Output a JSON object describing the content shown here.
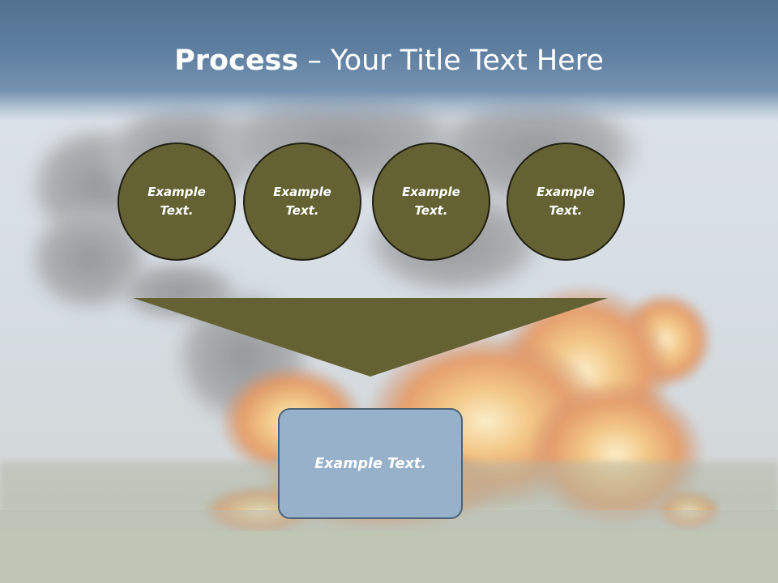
{
  "slide": {
    "title_bold": "Process",
    "title_rest": " – Your Title Text Here",
    "circles": [
      {
        "label": "Example\nText."
      },
      {
        "label": "Example\nText."
      },
      {
        "label": "Example\nText."
      },
      {
        "label": "Example\nText."
      }
    ],
    "box_label": "Example Text."
  },
  "colors": {
    "title_bar": "#5e7ea0",
    "circle_fill": "#646233",
    "funnel_fill": "#646233",
    "box_fill": "#97b1ca",
    "box_border": "#4d6276"
  }
}
